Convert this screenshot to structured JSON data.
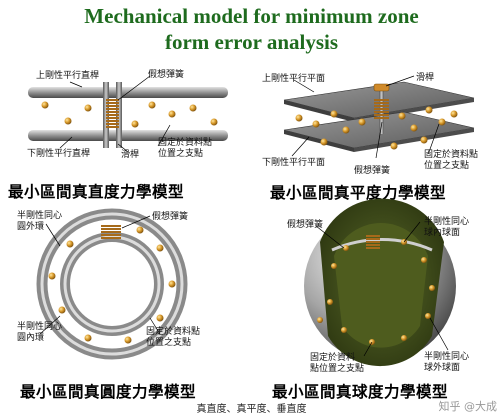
{
  "title": {
    "line1": "Mechanical model for minimum zone",
    "line2": "form error  analysis"
  },
  "panels": {
    "straightness": {
      "caption": "最小區間真直度力學模型",
      "labels": {
        "upper": "上剛性平行直桿",
        "spring": "假想彈簧",
        "lower": "下剛性平行直桿",
        "slider": "滑桿",
        "points": "固定於資料點\n位置之支點"
      }
    },
    "flatness": {
      "caption": "最小區間真平度力學模型",
      "labels": {
        "upper": "上剛性平行平面",
        "slider": "滑桿",
        "lower": "下剛性平行平面",
        "spring": "假想彈簧",
        "points": "固定於資料點\n位置之支點"
      }
    },
    "roundness": {
      "caption": "最小區間真圓度力學模型",
      "labels": {
        "outer": "半剛性同心\n圓外環",
        "spring": "假想彈簧",
        "inner": "半剛性同心\n圓內環",
        "points": "固定於資料點\n位置之支點"
      }
    },
    "sphericity": {
      "caption": "最小區間真球度力學模型",
      "labels": {
        "spring": "假想彈簧",
        "inner": "半剛性同心\n球內球面",
        "points": "固定於資料\n點位置之支點",
        "outer": "半剛性同心\n球外球面"
      }
    }
  },
  "footer": "真直度、真平度、垂直度",
  "watermark": "知乎 @大成"
}
